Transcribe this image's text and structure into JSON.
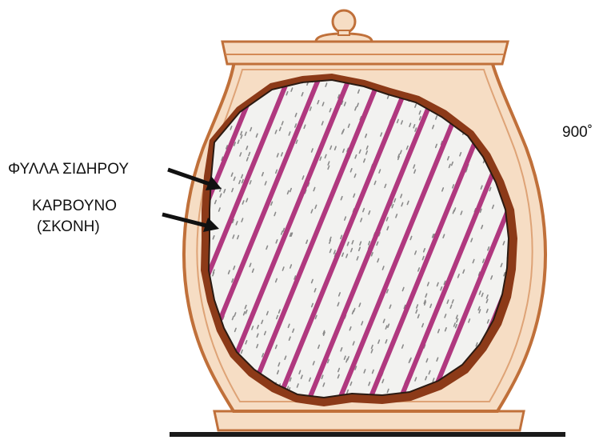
{
  "labels": {
    "iron_sheets": "ΦΥΛΛΑ ΣΙΔΗΡΟΥ",
    "carbon_line1": "ΚΑΡΒΟΥΝΟ",
    "carbon_line2": "(ΣΚΟΝΗ)",
    "temperature": "900˚"
  },
  "colors": {
    "vessel_fill": "#f6ddc4",
    "vessel_outline": "#c0703a",
    "stripe": "#b0387f",
    "powder_speckle": "#8a8a8a",
    "cut_edge": "#8c3a18",
    "arrow": "#111111"
  }
}
